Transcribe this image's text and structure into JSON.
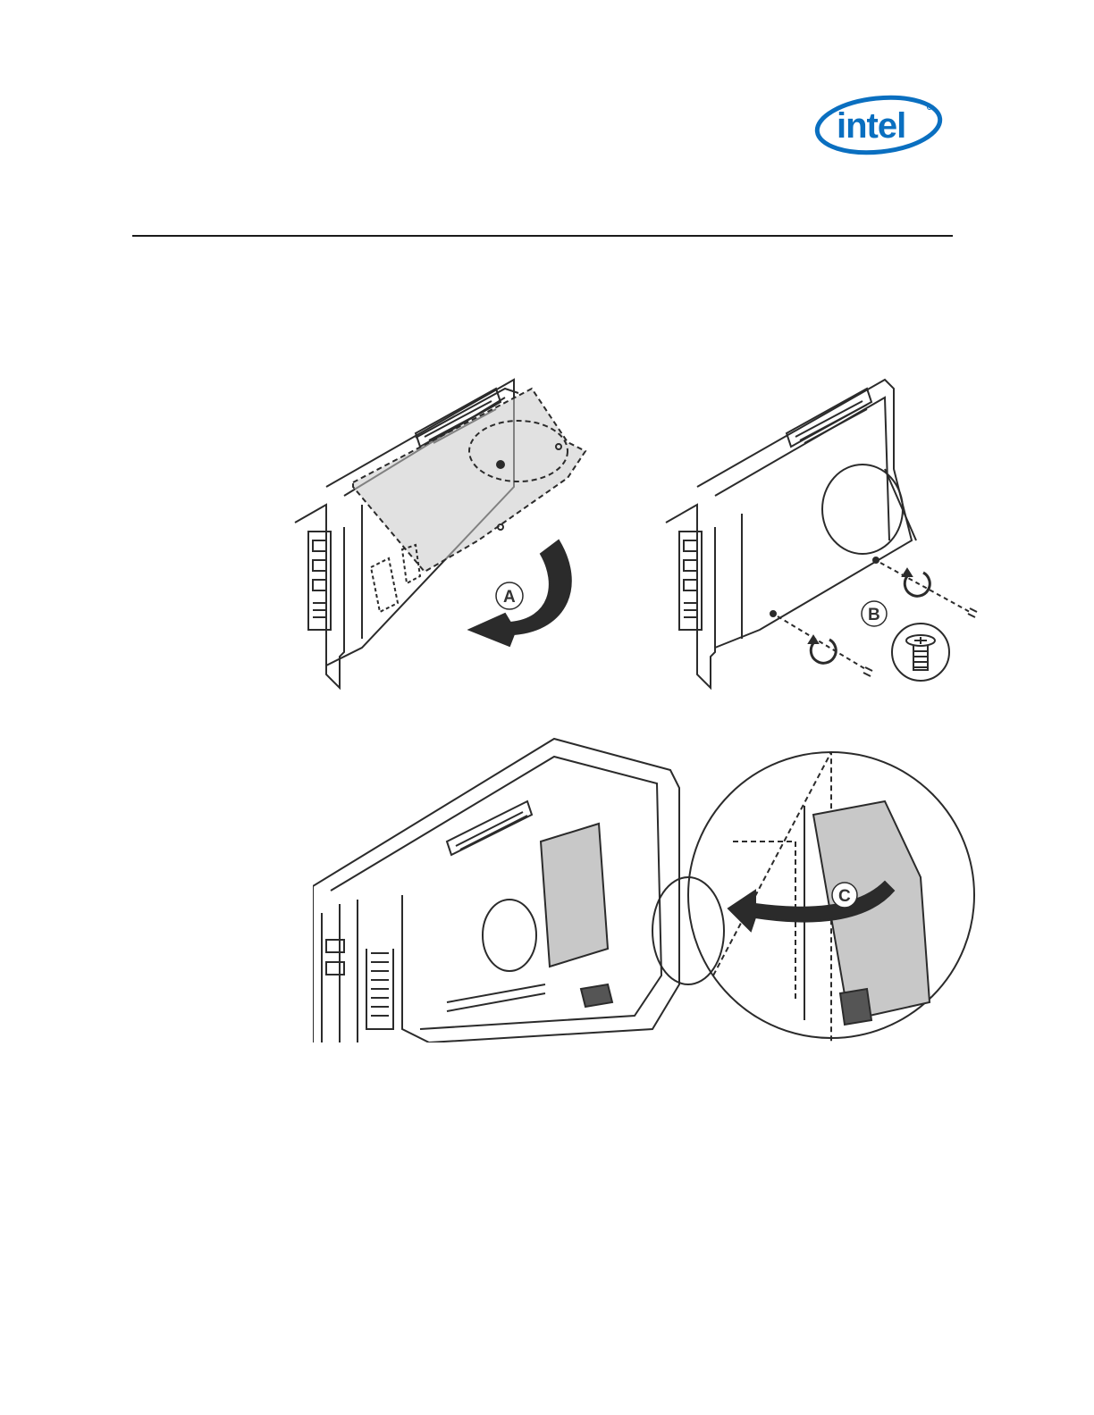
{
  "brand": {
    "name": "intel",
    "color": "#0a6fc0"
  },
  "figures": [
    {
      "id": "a",
      "callout": "A",
      "icon": "rotate-down-arrow-icon"
    },
    {
      "id": "b",
      "callout": "B",
      "icon": "screw-icon"
    },
    {
      "id": "c",
      "callout": "C",
      "icon": "rotate-left-arrow-icon"
    }
  ],
  "colors": {
    "line": "#2b2b2b",
    "fill": "#c8c8c8",
    "dark": "#555555"
  }
}
